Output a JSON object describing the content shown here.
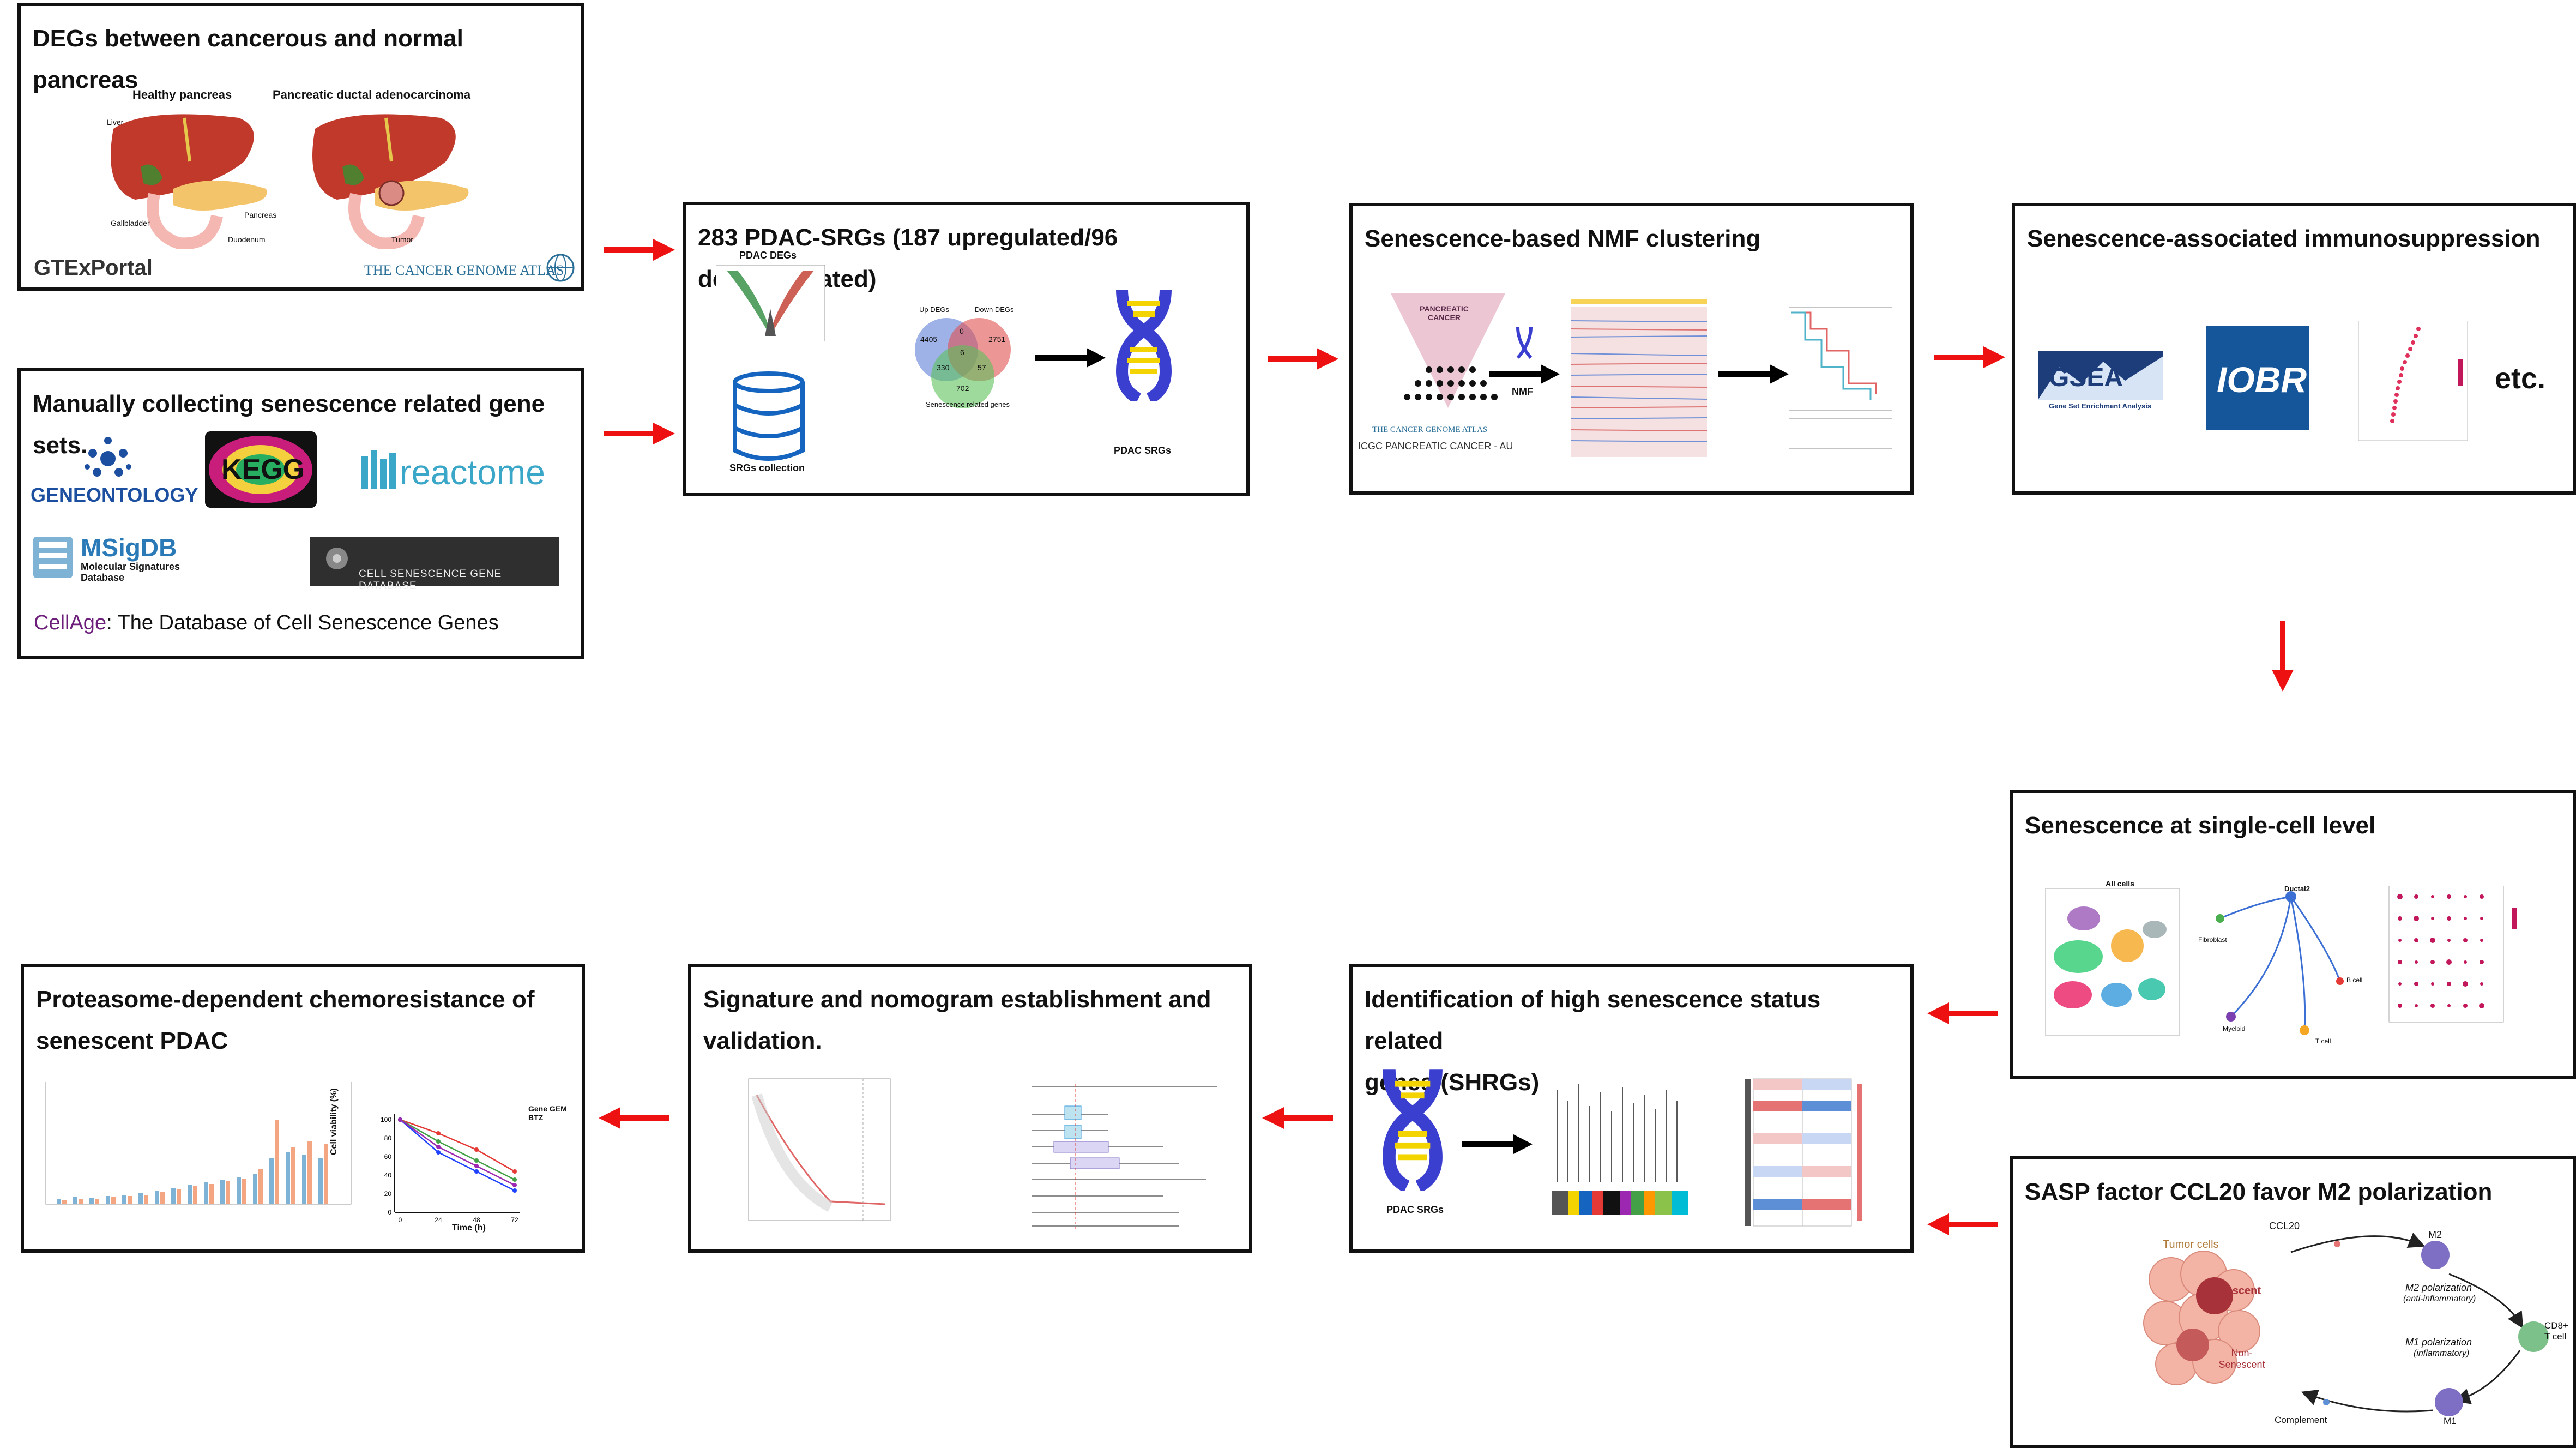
{
  "colors": {
    "arrow": "#ee1111",
    "box_border": "#111111",
    "dna_blue": "#3b3fd0",
    "dna_yellow": "#f3d400"
  },
  "panel1": {
    "title": "DEGs between cancerous and normal pancreas",
    "healthy": "Healthy pancreas",
    "pdac": "Pancreatic ductal adenocarcinoma",
    "organ_labels": [
      "Liver",
      "Gallbladder",
      "Pancreas",
      "Duodenum",
      "Tumor"
    ],
    "logo_gtex": "GTExPortal",
    "logo_tcga": "THE CANCER GENOME ATLAS"
  },
  "panel2": {
    "title": "Manually collecting senescence related gene sets.",
    "logo_go": "GENEONTOLOGY",
    "logo_kegg": "KEGG",
    "logo_reactome": "reactome",
    "logo_msigdb": "MSigDB",
    "logo_msigdb_sub": "Molecular Signatures Database",
    "logo_csgene": "CELL SENESCENCE GENE DATABASE",
    "cellage_a": "CellAge",
    "cellage_b": ": The Database of Cell Senescence Genes"
  },
  "panel3": {
    "title": "283 PDAC-SRGs (187 upregulated/96 downregulated)",
    "pdac_degs": "PDAC DEGs",
    "srgs_collection": "SRGs collection",
    "venn_up": "Up DEGs",
    "venn_down": "Down DEGs",
    "venn_srg": "Senescence related genes",
    "venn_numbers": [
      "4405",
      "0",
      "2751",
      "6",
      "330",
      "57",
      "702"
    ],
    "pdac_srgs": "PDAC SRGs"
  },
  "panel4": {
    "title": "Senescence-based NMF clustering",
    "nmf": "NMF",
    "pancreatic_cancer": "PANCREATIC CANCER",
    "logo_tcga": "THE CANCER GENOME ATLAS",
    "logo_icgc": "ICGC PANCREATIC CANCER - AU"
  },
  "panel5": {
    "title": "Senescence-associated immunosuppression",
    "gsea": "GSEA",
    "gsea_sub": "Gene Set Enrichment Analysis",
    "iobr": "IOBR",
    "etc": "etc."
  },
  "panel6": {
    "title": "Senescence at single-cell level",
    "all_cells": "All cells",
    "nodes": [
      "Ductal2",
      "Fibroblast",
      "B cell",
      "Myeloid",
      "T cell"
    ]
  },
  "panel7": {
    "title": "SASP factor CCL20 favor M2 polarization",
    "tumor_cells": "Tumor cells",
    "senescent": "Senescent",
    "non_senescent": "Non-Senescent",
    "ccl20": "CCL20",
    "m2": "M2",
    "m2_pol": "M2 polarization",
    "m2_sub": "(anti-inflammatory)",
    "m1_pol": "M1 polarization",
    "m1_sub": "(inflammatory)",
    "cd8": "CD8+",
    "t_cell": "T cell",
    "complement": "Complement",
    "m1": "M1"
  },
  "panel8": {
    "title_l1": "Identification of high senescence status related",
    "title_l2": "genes (SHRGs) via WGCNA",
    "pdac_srgs": "PDAC SRGs"
  },
  "panel9": {
    "title_l1": "Signature and nomogram establishment and",
    "title_l2": "validation."
  },
  "panel10": {
    "title_l1": "Proteasome-dependent chemoresistance of",
    "title_l2": "senescent PDAC",
    "ylabel": "Cell viability (%)",
    "xlabel": "Time (h)",
    "xticks": [
      "0",
      "24",
      "48",
      "72"
    ],
    "yticks": [
      "100",
      "80",
      "60",
      "40",
      "20",
      "0"
    ],
    "legend": [
      "Gene",
      "GEM",
      "BTZ"
    ]
  }
}
